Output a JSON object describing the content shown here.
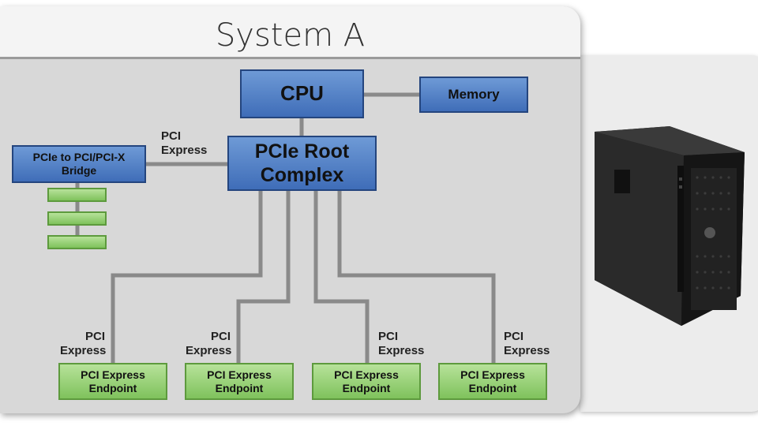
{
  "title": "System A",
  "cpu": "CPU",
  "memory": "Memory",
  "root_complex": "PCIe Root Complex",
  "bridge": "PCIe to PCI/PCI-X Bridge",
  "bridge_link": {
    "line1": "PCI",
    "line2": "Express"
  },
  "endpoints": [
    {
      "link1": "PCI",
      "link2": "Express",
      "label": "PCI Express Endpoint"
    },
    {
      "link1": "PCI",
      "link2": "Express",
      "label": "PCI Express Endpoint"
    },
    {
      "link1": "PCI",
      "link2": "Express",
      "label": "PCI Express Endpoint"
    },
    {
      "link1": "PCI",
      "link2": "Express",
      "label": "PCI Express Endpoint"
    }
  ],
  "colors": {
    "blue_box": "#3f6db8",
    "green_box": "#7fc25c",
    "wire": "#8a8a8a"
  },
  "tower_image": "desktop-tower-computer"
}
